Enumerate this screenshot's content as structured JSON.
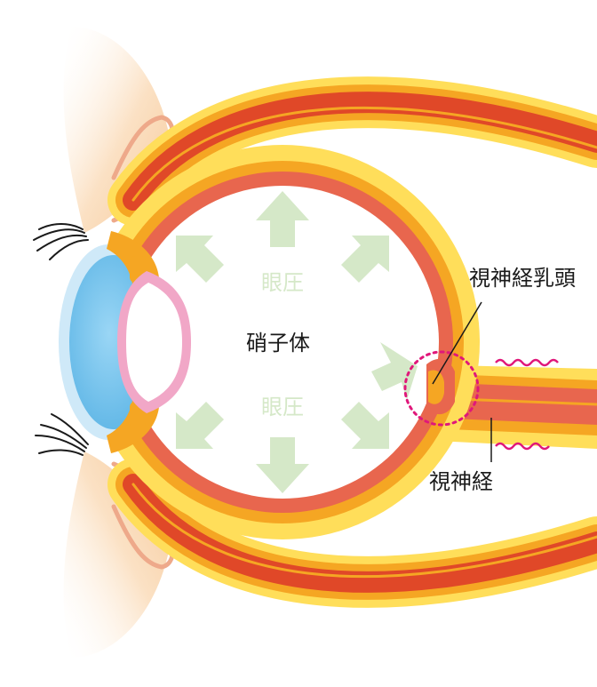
{
  "labels": {
    "vitreous_body": "硝子体",
    "pressure_top": "眼圧",
    "pressure_bottom": "眼圧",
    "optic_disc": "視神経乳頭",
    "optic_nerve": "視神経"
  },
  "colors": {
    "sclera_yellow": "#FFDE5A",
    "choroid_orange": "#F5A623",
    "retina_red": "#E8664E",
    "muscle_red": "#E04828",
    "cornea_blue": "#7CC6EE",
    "cornea_halo": "#CFE9F8",
    "lens_pink": "#F1A7C7",
    "arrow_green": "#D5E8C8",
    "disc_marker": "#E0177A",
    "lid_skin": "#FBE1C4",
    "lid_rim": "#EEA98A"
  },
  "icons": {
    "arrow": "pressure-arrow-icon",
    "nerve_wave": "nerve-wave-icon"
  }
}
